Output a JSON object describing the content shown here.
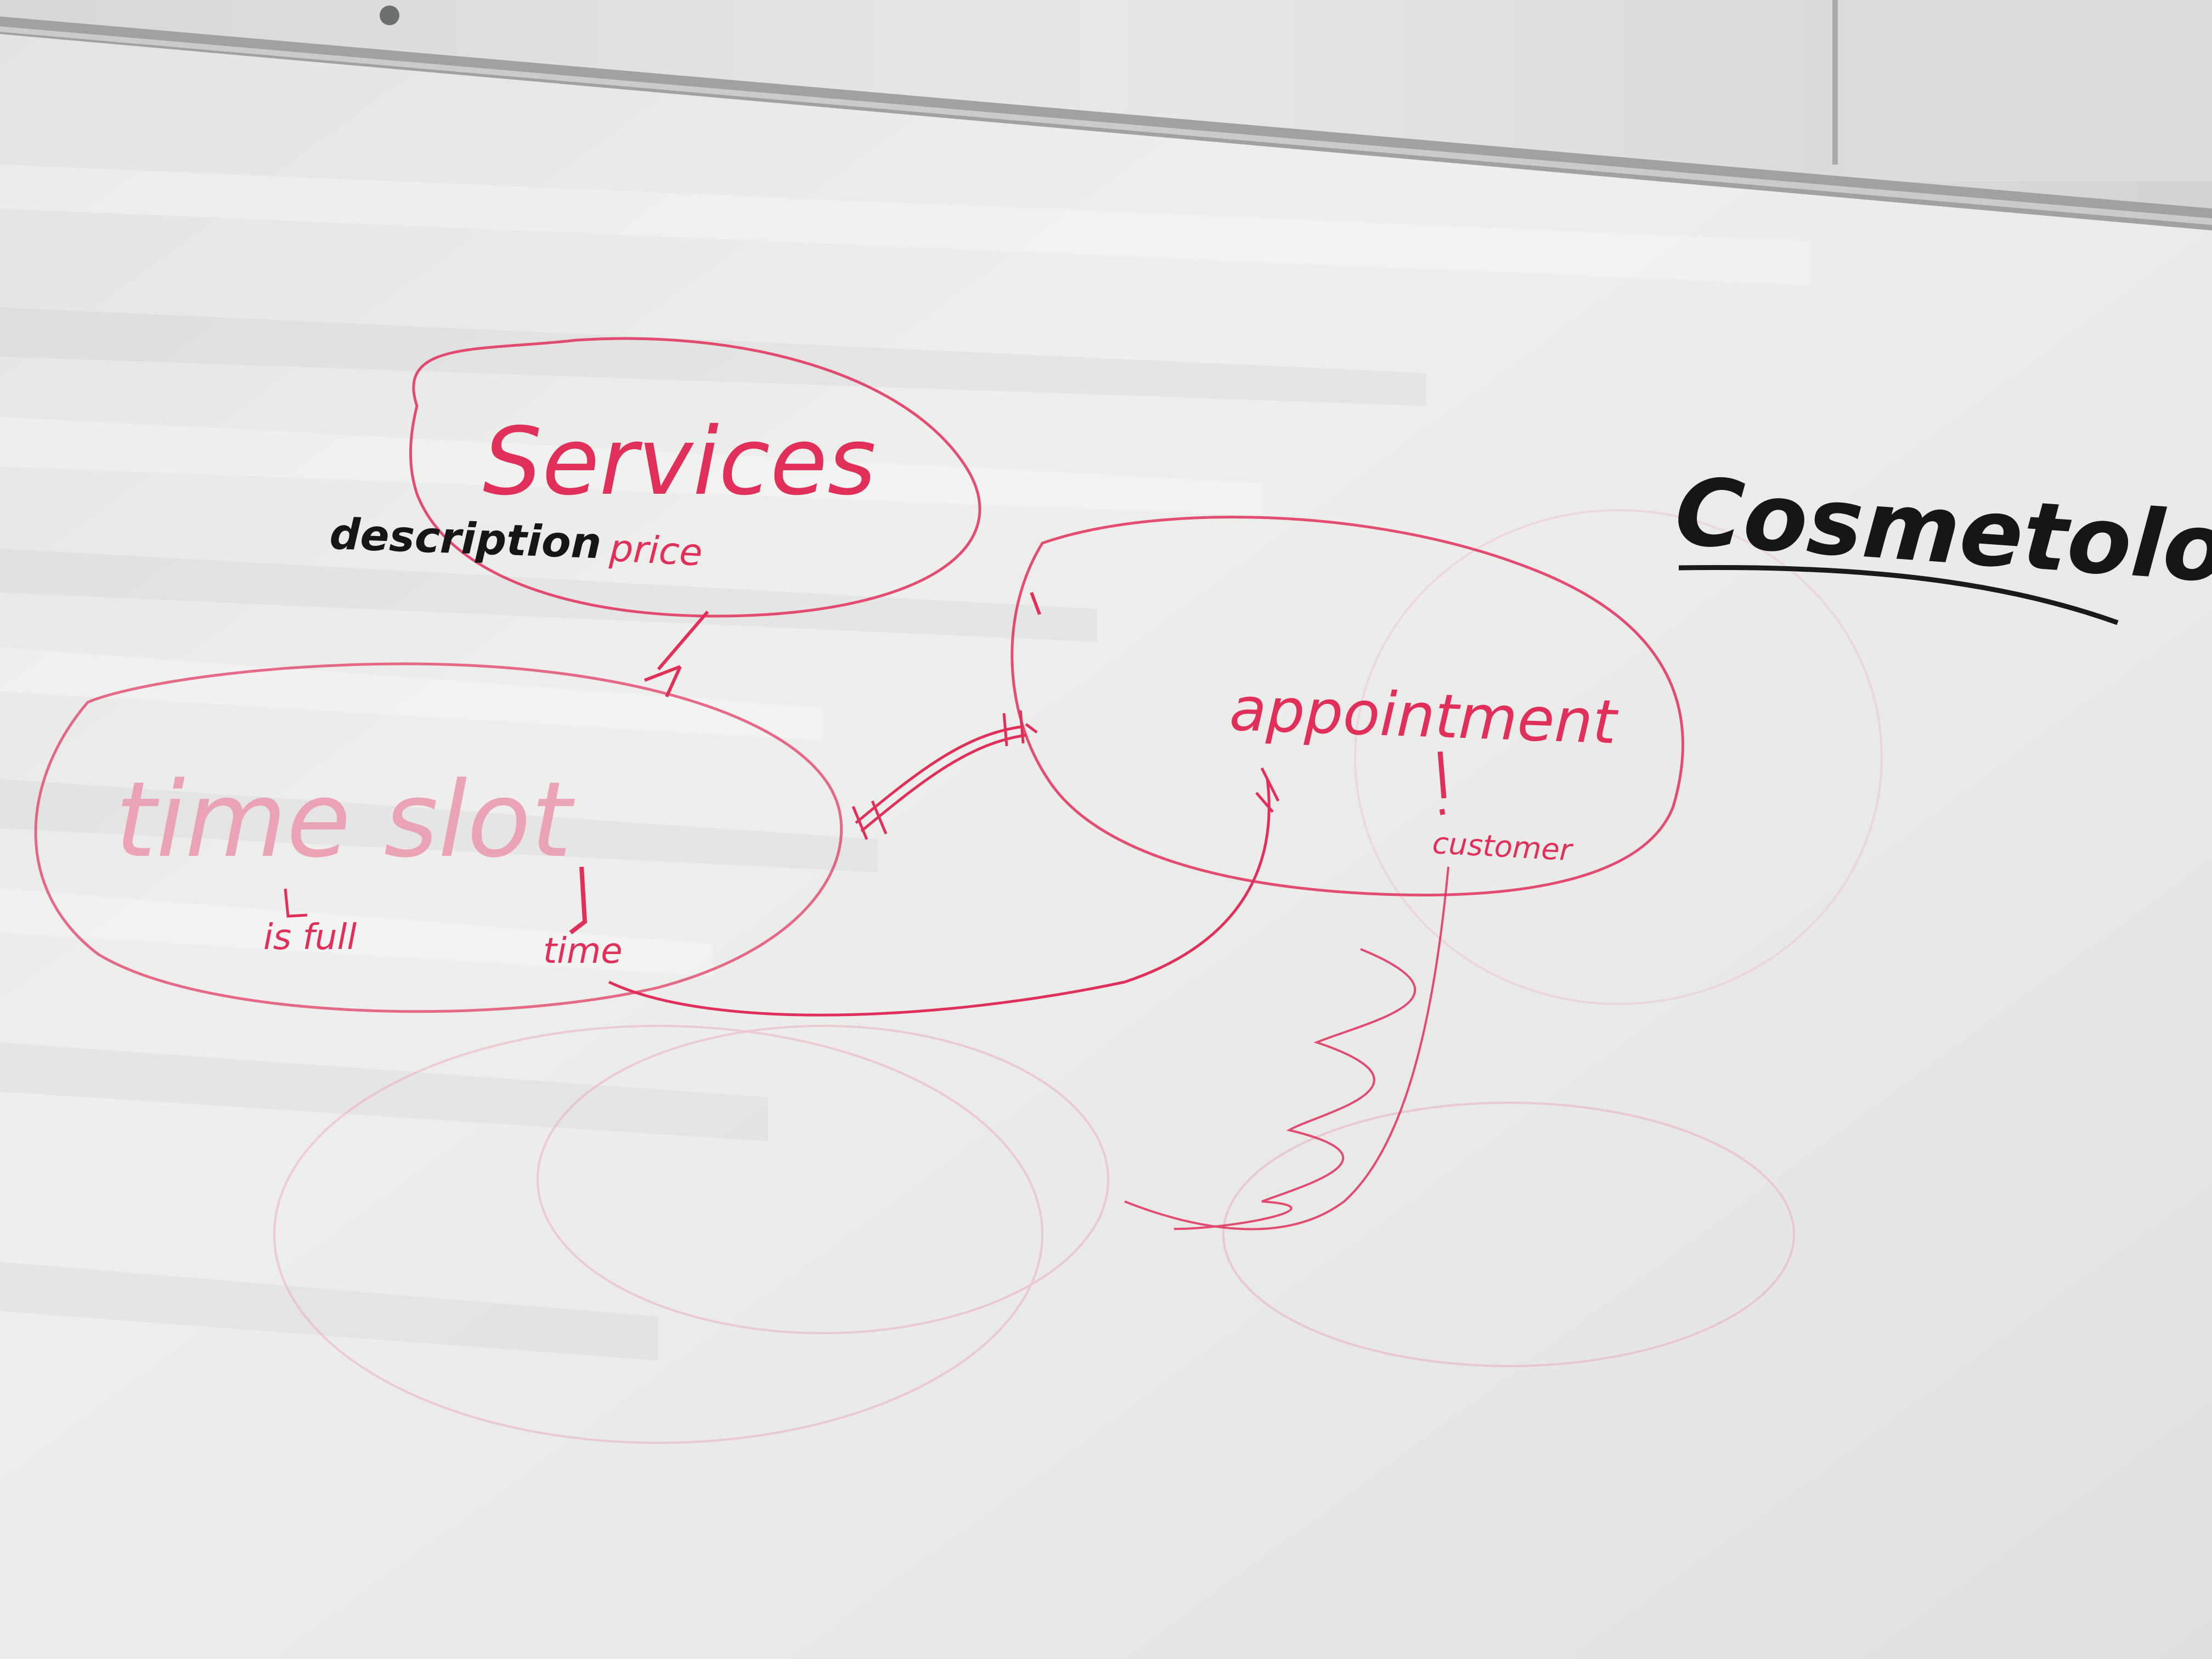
{
  "colors": {
    "marker_red": "#e0305a",
    "marker_faded_red": "#eba0b2",
    "marker_black": "#161616",
    "board": "#ecedeb",
    "frame": "#bfc1c2"
  },
  "title": "Cosmetology",
  "entities": {
    "services": {
      "name": "Services",
      "attributes": [
        "description",
        "price"
      ]
    },
    "time_slot": {
      "name": "time slot",
      "attributes": [
        "is full",
        "time"
      ]
    },
    "appointment": {
      "name": "appointment",
      "attributes": [
        "customer"
      ]
    }
  }
}
